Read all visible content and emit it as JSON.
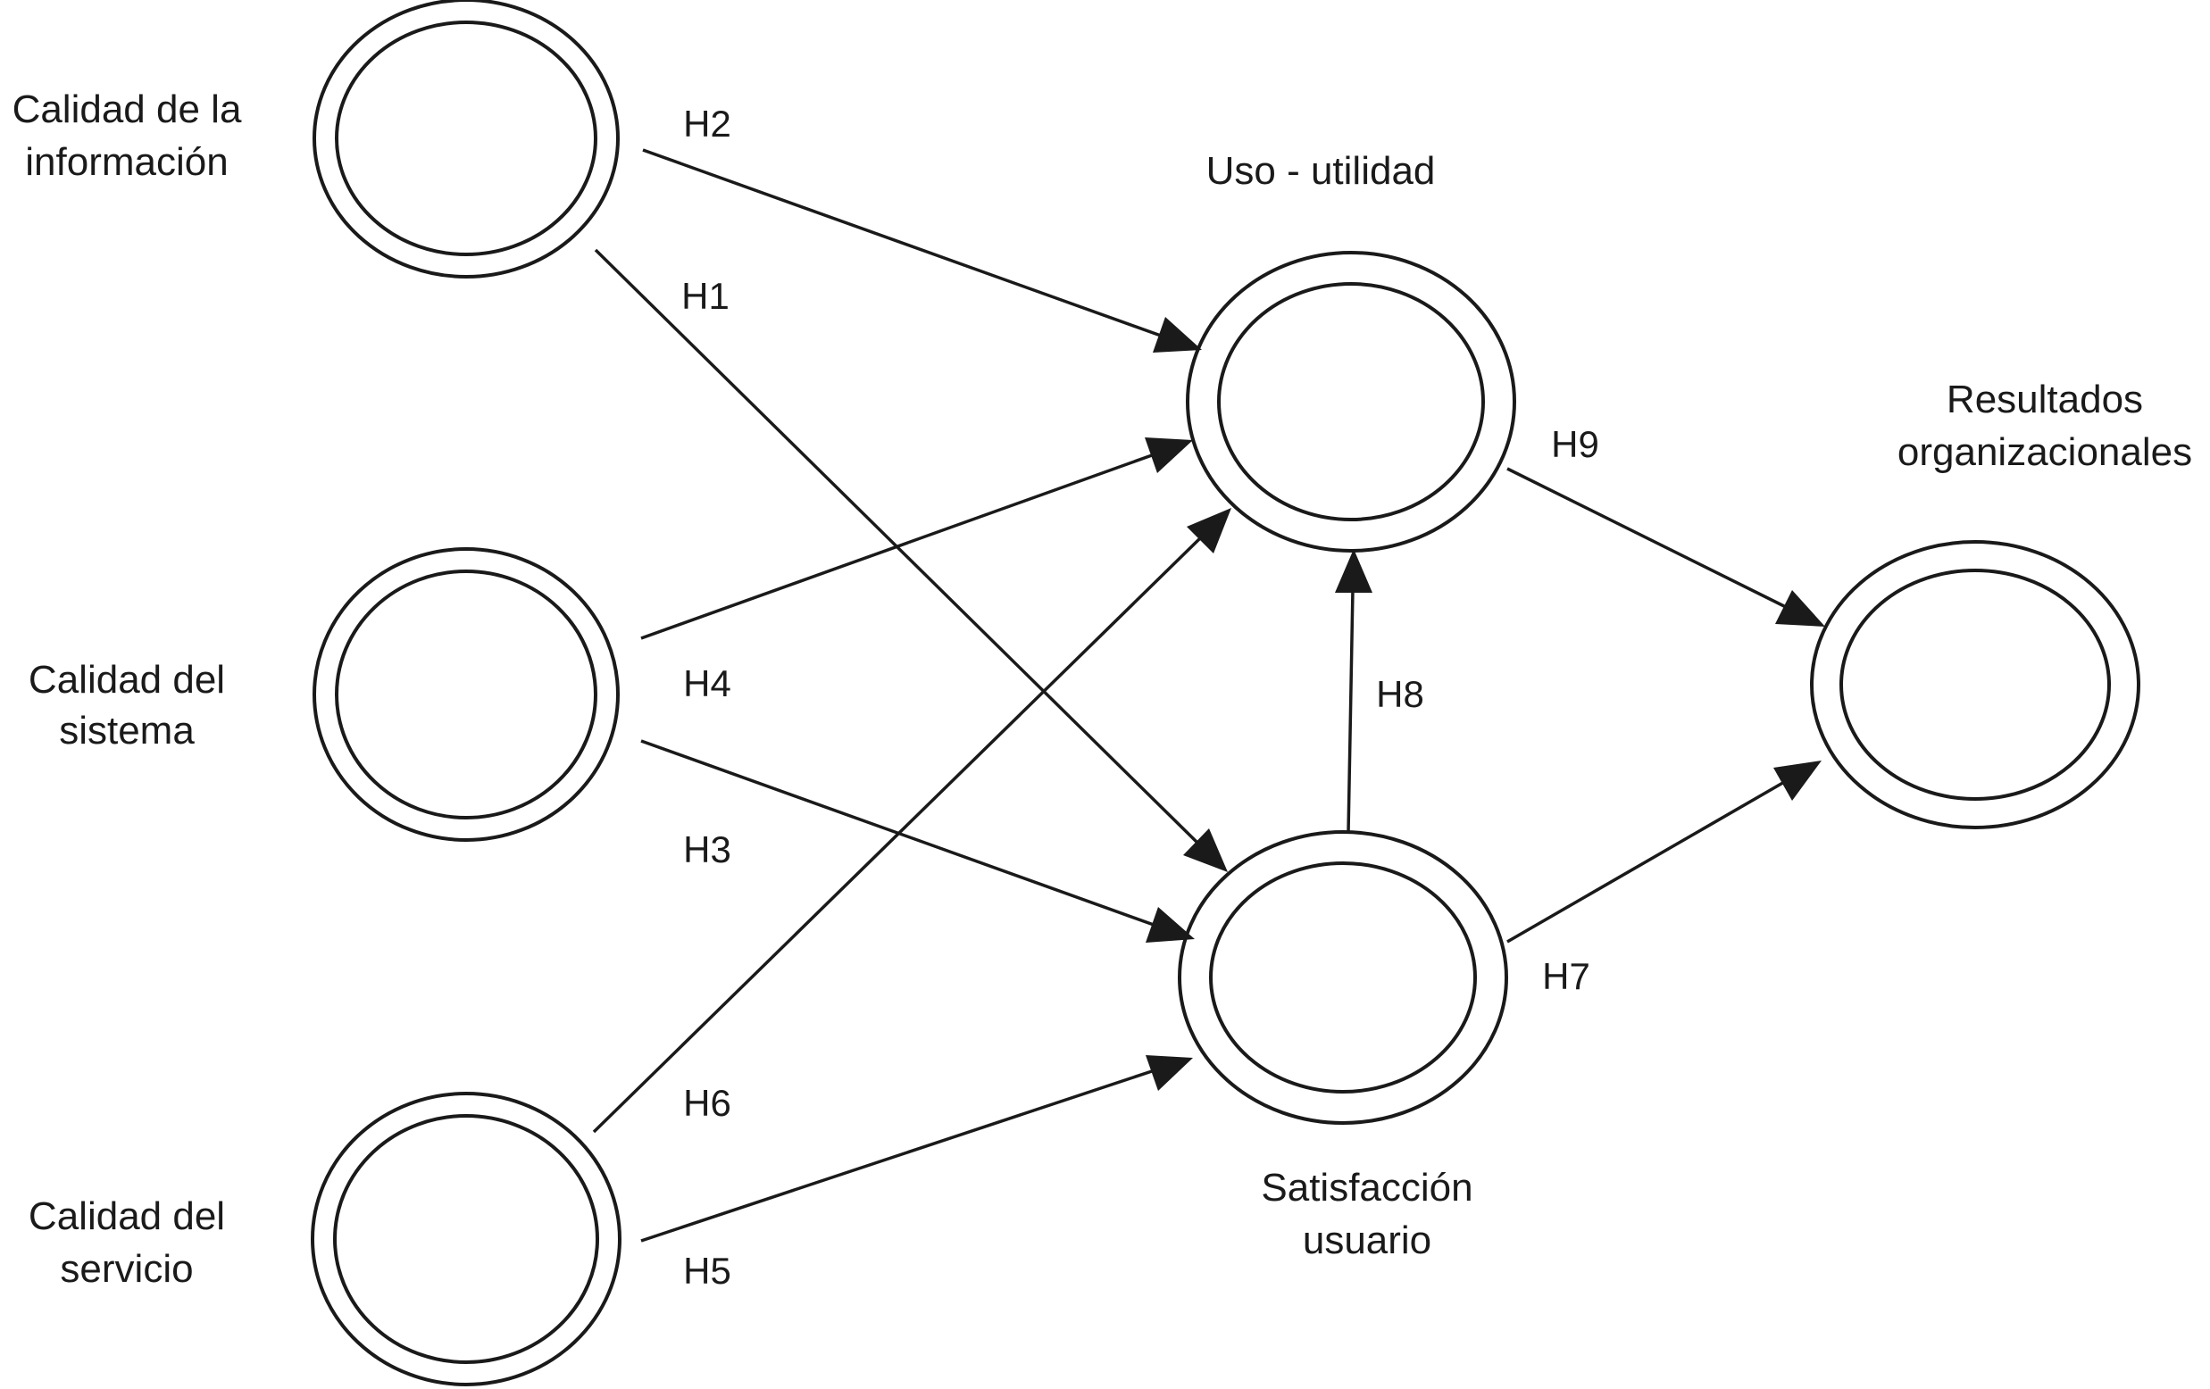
{
  "nodes": [
    {
      "id": "info",
      "label_lines": [
        "Calidad de la",
        "información"
      ]
    },
    {
      "id": "sis",
      "label_lines": [
        "Calidad del",
        "sistema"
      ]
    },
    {
      "id": "serv",
      "label_lines": [
        "Calidad del",
        "servicio"
      ]
    },
    {
      "id": "uso",
      "label_lines": [
        "Uso - utilidad"
      ]
    },
    {
      "id": "sat",
      "label_lines": [
        "Satisfacción",
        "usuario"
      ]
    },
    {
      "id": "res",
      "label_lines": [
        "Resultados",
        "organizacionales"
      ]
    }
  ],
  "edges": [
    {
      "id": "H2",
      "label": "H2",
      "from": "info",
      "to": "uso"
    },
    {
      "id": "H1",
      "label": "H1",
      "from": "info",
      "to": "sat"
    },
    {
      "id": "H4",
      "label": "H4",
      "from": "sis",
      "to": "uso"
    },
    {
      "id": "H3",
      "label": "H3",
      "from": "sis",
      "to": "sat"
    },
    {
      "id": "H6",
      "label": "H6",
      "from": "serv",
      "to": "uso"
    },
    {
      "id": "H5",
      "label": "H5",
      "from": "serv",
      "to": "sat"
    },
    {
      "id": "H8",
      "label": "H8",
      "from": "sat",
      "to": "uso"
    },
    {
      "id": "H9",
      "label": "H9",
      "from": "uso",
      "to": "res"
    },
    {
      "id": "H7",
      "label": "H7",
      "from": "sat",
      "to": "res"
    }
  ]
}
